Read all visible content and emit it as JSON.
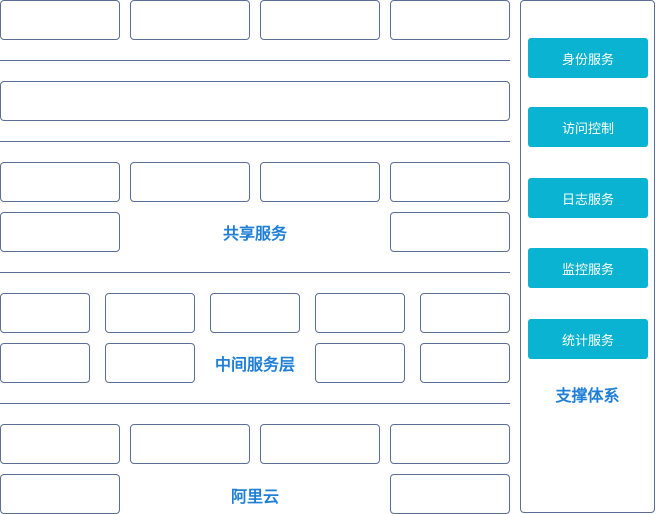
{
  "layers": {
    "shared_services": "共享服务",
    "middle_service_layer": "中间服务层",
    "aliyun": "阿里云"
  },
  "support_panel": {
    "title": "支撑体系",
    "services": [
      "身份服务",
      "访问控制",
      "日志服务",
      "监控服务",
      "统计服务"
    ]
  },
  "colors": {
    "border": "#5b6f96",
    "accent_text": "#1f7fd6",
    "service_button": "#0ab3d1"
  }
}
